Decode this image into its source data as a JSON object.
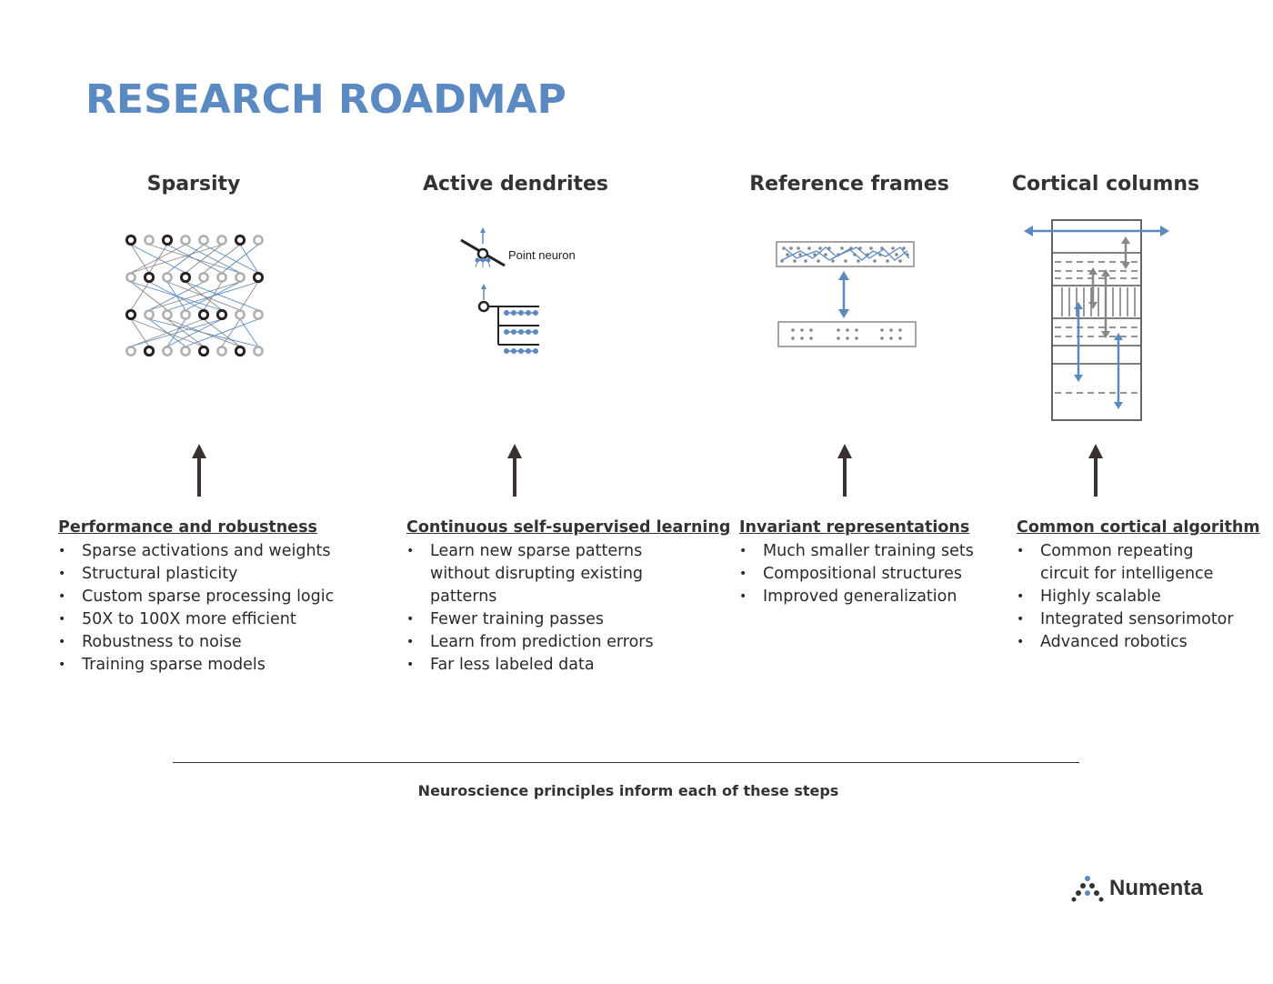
{
  "title": "RESEARCH ROADMAP",
  "columns": [
    {
      "title": "Sparsity",
      "heading": "Performance and robustness",
      "items": [
        "Sparse activations and weights",
        "Structural plasticity",
        "Custom sparse processing logic",
        "50X to 100X more efficient",
        "Robustness to noise",
        "Training sparse models"
      ]
    },
    {
      "title": "Active dendrites",
      "heading": "Continuous self-supervised learning",
      "items": [
        "Learn new sparse patterns without disrupting existing patterns",
        "Fewer training passes",
        "Learn from prediction errors",
        "Far less labeled data"
      ]
    },
    {
      "title": "Reference frames",
      "heading": "Invariant representations",
      "items": [
        "Much smaller training sets",
        "Compositional structures",
        "Improved generalization"
      ]
    },
    {
      "title": "Cortical columns",
      "heading": "Common cortical algorithm",
      "items": [
        "Common repeating circuit for intelligence",
        "Highly scalable",
        "Integrated sensorimotor",
        "Advanced robotics"
      ]
    }
  ],
  "dendrite_label": "Point neuron",
  "footer": "Neuroscience principles inform each of these steps",
  "brand": "Numenta",
  "colors": {
    "title": "#5b8ac2",
    "accent_blue": "#5b8ac2",
    "arrow": "#3a3030"
  }
}
